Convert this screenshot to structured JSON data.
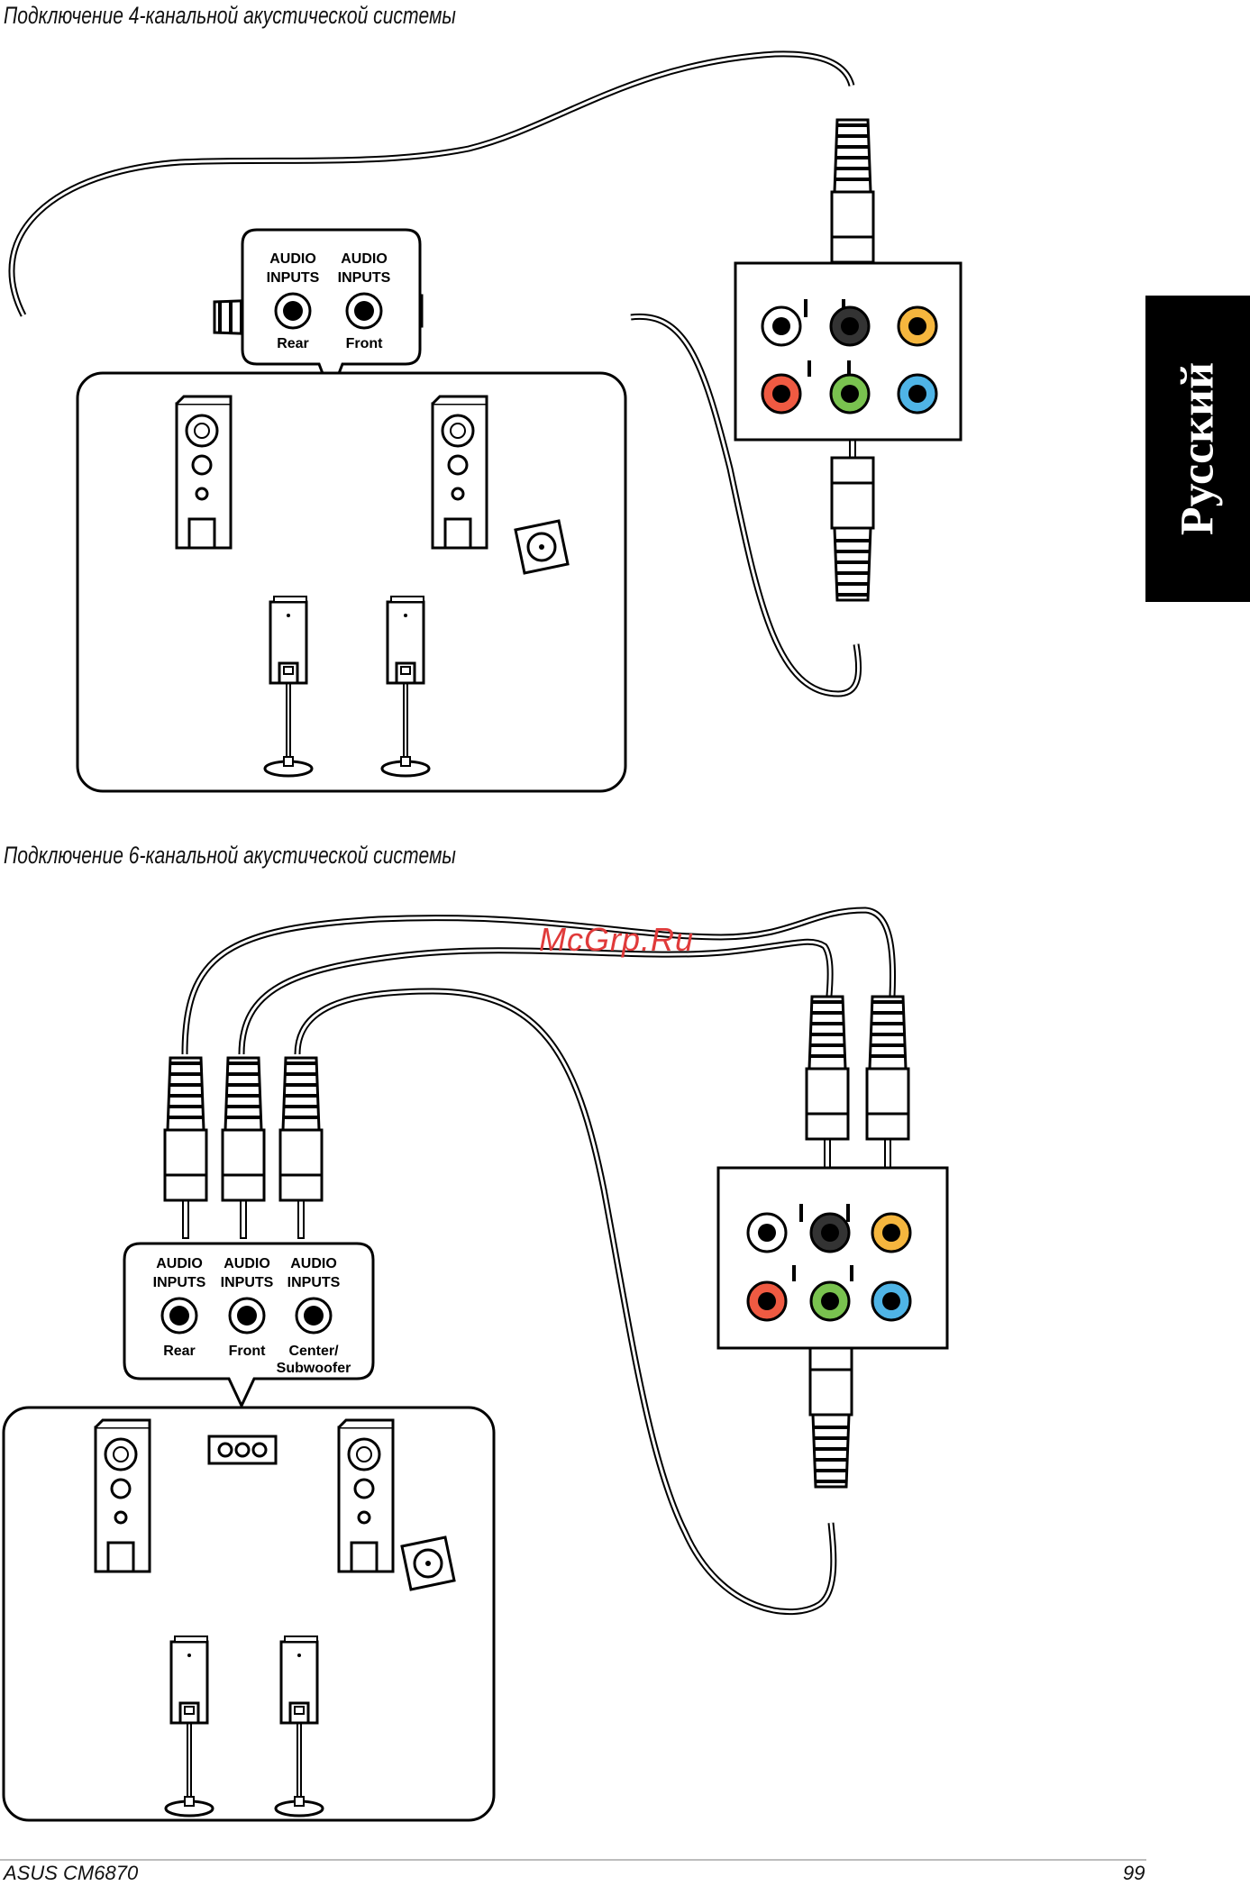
{
  "section1": {
    "title": "Подключение 4-канальной акустической системы",
    "inputs": [
      {
        "heading_line1": "AUDIO",
        "heading_line2": "INPUTS",
        "label": "Rear"
      },
      {
        "heading_line1": "AUDIO",
        "heading_line2": "INPUTS",
        "label": "Front"
      }
    ]
  },
  "section2": {
    "title": "Подключение 6-канальной акустической системы",
    "inputs": [
      {
        "heading_line1": "AUDIO",
        "heading_line2": "INPUTS",
        "label_line1": "Rear",
        "label_line2": ""
      },
      {
        "heading_line1": "AUDIO",
        "heading_line2": "INPUTS",
        "label_line1": "Front",
        "label_line2": ""
      },
      {
        "heading_line1": "AUDIO",
        "heading_line2": "INPUTS",
        "label_line1": "Center/",
        "label_line2": "Subwoofer"
      }
    ]
  },
  "jack_colors": {
    "white": "#ffffff",
    "black": "#333333",
    "orange": "#f5b63e",
    "red": "#ef5a42",
    "green": "#79c24f",
    "blue": "#4fb4e6"
  },
  "language_tab": "Русский",
  "watermark": "McGrp.Ru",
  "footer": {
    "left": "ASUS CM6870",
    "right": "99"
  }
}
